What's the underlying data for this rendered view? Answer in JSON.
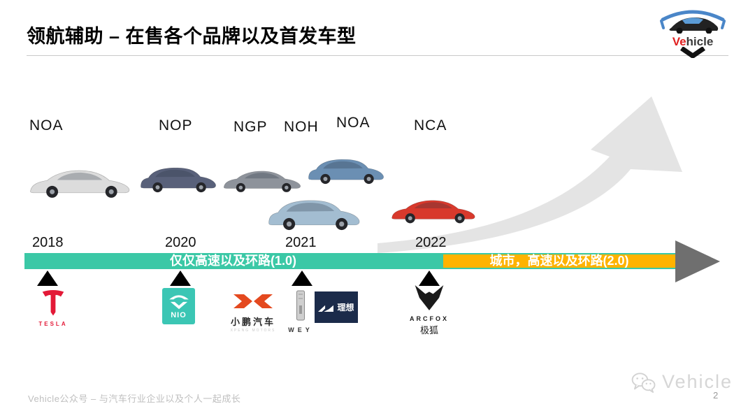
{
  "header": {
    "title": "领航辅助 – 在售各个品牌以及首发车型",
    "logo": {
      "text_red": "Ve",
      "text_dark": "hicle"
    }
  },
  "systems": [
    {
      "label": "NOA",
      "brand": "Tesla"
    },
    {
      "label": "NOP",
      "brand": "NIO"
    },
    {
      "label": "NGP",
      "brand": "小鹏汽车"
    },
    {
      "label": "NOH",
      "brand": "WEY"
    },
    {
      "label": "NOA",
      "brand": "理想"
    },
    {
      "label": "NCA",
      "brand": "极狐"
    }
  ],
  "years": [
    "2018",
    "2020",
    "2021",
    "2022"
  ],
  "timeline": {
    "phase1_label": "仅仅高速以及环路(1.0)",
    "phase2_label": "城市，高速以及环路(2.0)"
  },
  "brands": {
    "tesla_word": "TESLA",
    "nio_word": "NIO",
    "xpeng_word": "小鹏汽车",
    "xpeng_sub": "XPENG MOTORS",
    "wey_word": "WEY",
    "li_word": "理想",
    "arcfox_word": "ARCFOX",
    "arcfox_cn": "极狐"
  },
  "footer": {
    "left_text": "Vehicle公众号 – 与汽车行业企业以及个人一起成长",
    "watermark": "Vehicle",
    "page": "2"
  },
  "colors": {
    "teal": "#3BC8A6",
    "amber": "#FFB300",
    "arrow-gray": "#6F6F6F",
    "swoosh-gray": "#E4E4E4",
    "tesla-red": "#E31937",
    "nio-teal": "#3BC6B4",
    "xpeng-orange": "#E4491F",
    "li-navy": "#1B2B4A",
    "car-tesla": "#DCDCDC",
    "car-nio": "#59617A",
    "car-xpeng": "#8E939B",
    "car-wey": "#A3BDD1",
    "car-li": "#6B8FB3",
    "car-arcfox": "#D8392C"
  }
}
